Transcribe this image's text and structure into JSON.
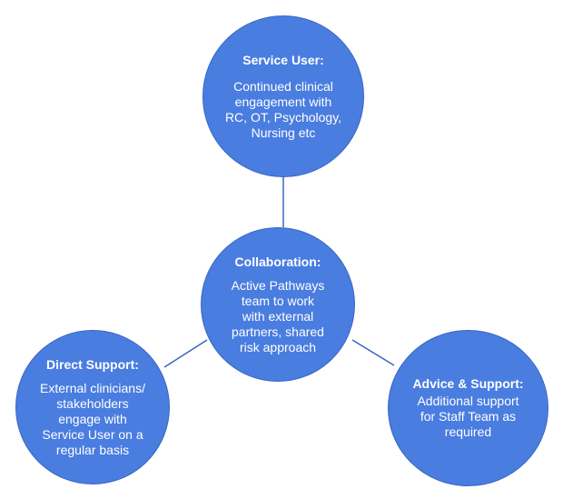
{
  "diagram": {
    "colors": {
      "node_fill": "#4a7de0",
      "node_border": "#3866c4",
      "connector": "#3866c4",
      "text": "#ffffff"
    },
    "nodes": {
      "top": {
        "title": "Service User:",
        "body": "Continued clinical\nengagement with\nRC, OT, Psychology,\nNursing etc"
      },
      "center": {
        "title": "Collaboration:",
        "body": "Active Pathways\nteam to work\nwith external\npartners, shared\nrisk approach"
      },
      "left": {
        "title": "Direct Support:",
        "body": "External clinicians/\nstakeholders\nengage with\nService User on a\nregular basis"
      },
      "right": {
        "title": "Advice & Support:",
        "body": "Additional support\nfor Staff Team as\nrequired"
      }
    },
    "connectors": [
      {
        "from": "center",
        "to": "top"
      },
      {
        "from": "center",
        "to": "left"
      },
      {
        "from": "center",
        "to": "right"
      }
    ]
  }
}
